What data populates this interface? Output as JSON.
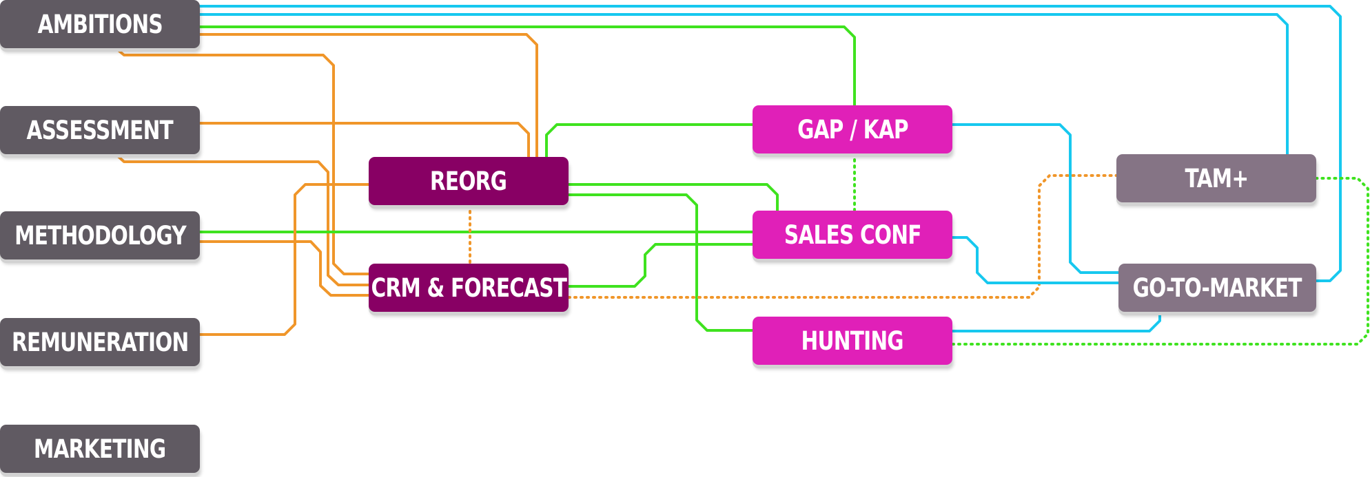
{
  "nodes": {
    "ambitions": {
      "label": "AMBITIONS"
    },
    "assessment": {
      "label": "ASSESSMENT"
    },
    "methodology": {
      "label": "METHODOLOGY"
    },
    "remuneration": {
      "label": "REMUNERATION"
    },
    "marketing": {
      "label": "MARKETING"
    },
    "reorg": {
      "label": "REORG"
    },
    "crm": {
      "label": "CRM & FORECAST"
    },
    "gapkap": {
      "label": "GAP / KAP"
    },
    "salesconf": {
      "label": "SALES CONF"
    },
    "hunting": {
      "label": "HUNTING"
    },
    "tam": {
      "label": "TAM+"
    },
    "gtm": {
      "label": "GO-TO-MARKET"
    }
  },
  "colors": {
    "grey": "#605a62",
    "mauve": "#857485",
    "plum": "#880064",
    "magenta": "#e020b8",
    "link_orange": "#f0962a",
    "link_green": "#3fe21f",
    "link_blue": "#17c8ef"
  },
  "connections": [
    {
      "from": "ambitions",
      "to": "gtm",
      "color": "link_blue",
      "style": "solid"
    },
    {
      "from": "ambitions",
      "to": "tam",
      "color": "link_blue",
      "style": "solid"
    },
    {
      "from": "ambitions",
      "to": "gapkap",
      "color": "link_green",
      "style": "solid"
    },
    {
      "from": "ambitions",
      "to": "reorg",
      "color": "link_orange",
      "style": "solid"
    },
    {
      "from": "ambitions",
      "to": "crm",
      "color": "link_orange",
      "style": "solid"
    },
    {
      "from": "assessment",
      "to": "reorg",
      "color": "link_orange",
      "style": "solid"
    },
    {
      "from": "assessment",
      "to": "crm",
      "color": "link_orange",
      "style": "solid"
    },
    {
      "from": "methodology",
      "to": "salesconf",
      "color": "link_green",
      "style": "solid"
    },
    {
      "from": "methodology",
      "to": "crm",
      "color": "link_orange",
      "style": "solid"
    },
    {
      "from": "remuneration",
      "to": "reorg",
      "color": "link_orange",
      "style": "solid"
    },
    {
      "from": "reorg",
      "to": "gapkap",
      "color": "link_green",
      "style": "solid"
    },
    {
      "from": "reorg",
      "to": "salesconf",
      "color": "link_green",
      "style": "solid"
    },
    {
      "from": "reorg",
      "to": "hunting",
      "color": "link_green",
      "style": "solid"
    },
    {
      "from": "reorg",
      "to": "crm",
      "color": "link_orange",
      "style": "dotted"
    },
    {
      "from": "crm",
      "to": "salesconf",
      "color": "link_green",
      "style": "solid"
    },
    {
      "from": "crm",
      "to": "tam",
      "color": "link_orange",
      "style": "dotted"
    },
    {
      "from": "gapkap",
      "to": "salesconf",
      "color": "link_green",
      "style": "dotted"
    },
    {
      "from": "gapkap",
      "to": "gtm",
      "color": "link_blue",
      "style": "solid"
    },
    {
      "from": "salesconf",
      "to": "gtm",
      "color": "link_blue",
      "style": "solid"
    },
    {
      "from": "hunting",
      "to": "gtm",
      "color": "link_blue",
      "style": "solid"
    },
    {
      "from": "hunting",
      "to": "tam",
      "color": "link_green",
      "style": "dotted"
    }
  ]
}
